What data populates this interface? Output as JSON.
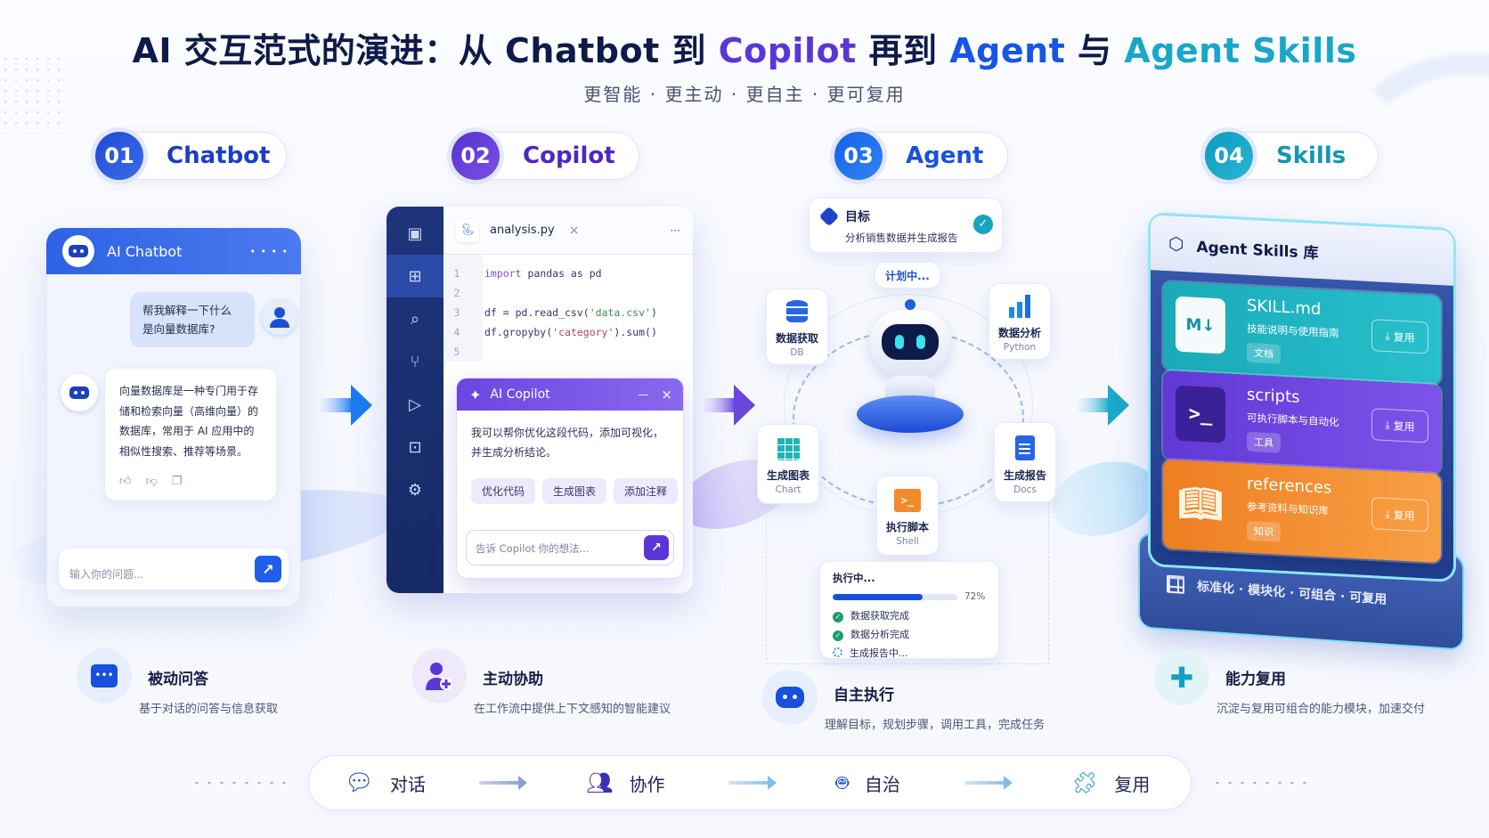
{
  "header": {
    "title_parts": [
      "AI 交互范式的演进：从 Chatbot 到 ",
      "Copilot",
      " 再到 ",
      "Agent",
      " 与 ",
      "Agent Skills"
    ],
    "subtitle": "更智能 · 更主动 · 更自主 · 更可复用"
  },
  "steps": [
    {
      "num": "01",
      "label": "Chatbot",
      "color": "#1f4ed8"
    },
    {
      "num": "02",
      "label": "Copilot",
      "color": "#5a33d3"
    },
    {
      "num": "03",
      "label": "Agent",
      "color": "#1667f0"
    },
    {
      "num": "04",
      "label": "Skills",
      "color": "#13a0c4"
    }
  ],
  "chatbot": {
    "title": "AI Chatbot",
    "menu": "• • • •",
    "user_msg": "帮我解释一下什么是向量数据库?",
    "bot_msg": "向量数据库是一种专门用于存储和检索向量（高维向量）的数据库，常用于 AI 应用中的相似性搜索、推荐等场景。",
    "input_placeholder": "输入你的问题...",
    "send_icon": "↗",
    "reactions": [
      "thumbs-up-icon",
      "thumbs-down-icon",
      "copy-icon"
    ]
  },
  "copilot": {
    "tab_file": "analysis.py",
    "tab_close": "×",
    "tab_more": "···",
    "sidebar_icons": [
      "window-icon",
      "new-file-icon",
      "search-icon",
      "branch-icon",
      "run-icon",
      "extensions-icon",
      "settings-icon"
    ],
    "code_lines": [
      {
        "n": "1",
        "text": "import pandas as pd"
      },
      {
        "n": "2",
        "text": ""
      },
      {
        "n": "3",
        "text": "df = pd.read_csv('data.csv')"
      },
      {
        "n": "4",
        "text": "df.gropyby('category').sum()"
      },
      {
        "n": "5",
        "text": ""
      }
    ],
    "panel_title": "AI Copilot",
    "panel_min": "—",
    "panel_close": "×",
    "panel_msg": "我可以帮你优化这段代码，添加可视化，并生成分析结论。",
    "chips": [
      "优化代码",
      "生成图表",
      "添加注释"
    ],
    "input_placeholder": "告诉 Copilot 你的想法..."
  },
  "agent": {
    "goal_label": "目标",
    "goal_text": "分析销售数据并生成报告",
    "planning": "计划中...",
    "nodes": [
      {
        "title": "数据获取",
        "sub": "DB"
      },
      {
        "title": "数据分析",
        "sub": "Python"
      },
      {
        "title": "生成图表",
        "sub": "Chart"
      },
      {
        "title": "生成报告",
        "sub": "Docs"
      },
      {
        "title": "执行脚本",
        "sub": "Shell"
      }
    ],
    "progress": {
      "label": "执行中...",
      "percent": 72,
      "percent_text": "72%",
      "steps": [
        {
          "text": "数据获取完成",
          "status": "done"
        },
        {
          "text": "数据分析完成",
          "status": "done"
        },
        {
          "text": "生成报告中...",
          "status": "running"
        }
      ]
    }
  },
  "skills": {
    "library_title": "Agent Skills 库",
    "items": [
      {
        "name": "SKILL.md",
        "desc": "技能说明与使用指南",
        "tag": "文档",
        "button": "复用",
        "color": "#16a8b8"
      },
      {
        "name": "scripts",
        "desc": "可执行脚本与自动化",
        "tag": "工具",
        "button": "复用",
        "color": "#6a40dd"
      },
      {
        "name": "references",
        "desc": "参考资料与知识库",
        "tag": "知识",
        "button": "复用",
        "color": "#f0882c"
      }
    ],
    "base_text": "标准化 · 模块化 · 可组合 · 可复用"
  },
  "features": [
    {
      "title": "被动问答",
      "desc": "基于对话的问答与信息获取"
    },
    {
      "title": "主动协助",
      "desc": "在工作流中提供上下文感知的智能建议"
    },
    {
      "title": "自主执行",
      "desc": "理解目标，规划步骤，调用工具，完成任务"
    },
    {
      "title": "能力复用",
      "desc": "沉淀与复用可组合的能力模块，加速交付"
    }
  ],
  "flow_bar": {
    "items": [
      {
        "label": "对话",
        "icon": "chat-icon"
      },
      {
        "label": "协作",
        "icon": "users-icon"
      },
      {
        "label": "自治",
        "icon": "robot-icon"
      },
      {
        "label": "复用",
        "icon": "puzzle-icon"
      }
    ]
  }
}
